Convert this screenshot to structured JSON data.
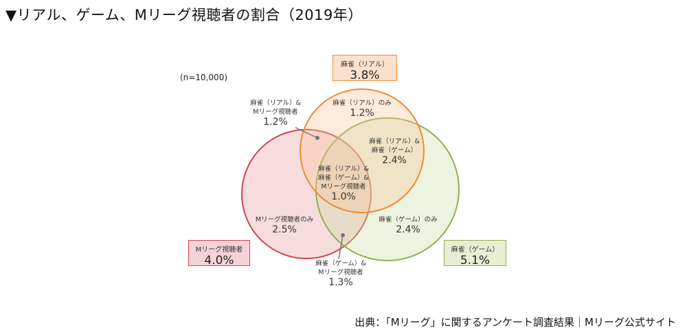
{
  "title": "▼リアル、ゲーム、Mリーグ視聴者の割合（2019年）",
  "sample": "(n=10,000)",
  "source": "出典：「Mリーグ」に関するアンケート調査結果｜Mリーグ公式サイト",
  "colors": {
    "real": "#f08b36",
    "game": "#8fb04f",
    "mleague": "#c9474f"
  },
  "sets": {
    "real": {
      "label": "麻雀（リアル）",
      "value": "3.8%"
    },
    "game": {
      "label": "麻雀（ゲーム）",
      "value": "5.1%"
    },
    "mleague": {
      "label": "Mリーグ視聴者",
      "value": "4.0%"
    }
  },
  "regions": {
    "real_only": {
      "label": "麻雀（リアル）のみ",
      "value": "1.2%"
    },
    "real_game": {
      "line1": "麻雀（リアル）&",
      "line2": "麻雀（ゲーム）",
      "value": "2.4%"
    },
    "all_three": {
      "line1": "麻雀（リアル）&",
      "line2": "麻雀（ゲーム）&",
      "line3": "Mリーグ視聴者",
      "value": "1.0%"
    },
    "real_m": {
      "line1": "麻雀（リアル）&",
      "line2": "Mリーグ視聴者",
      "value": "1.2%"
    },
    "m_only": {
      "label": "Mリーグ視聴者のみ",
      "value": "2.5%"
    },
    "game_only": {
      "label": "麻雀（ゲーム）のみ",
      "value": "2.4%"
    },
    "game_m": {
      "line1": "麻雀（ゲーム）&",
      "line2": "Mリーグ視聴者",
      "value": "1.3%"
    }
  },
  "chart_data": {
    "type": "venn",
    "title": "リアル、ゲーム、Mリーグ視聴者の割合（2019年）",
    "n": 10000,
    "sets": [
      {
        "name": "麻雀（リアル）",
        "total": 3.8
      },
      {
        "name": "麻雀（ゲーム）",
        "total": 5.1
      },
      {
        "name": "Mリーグ視聴者",
        "total": 4.0
      }
    ],
    "regions": [
      {
        "sets": [
          "麻雀（リアル）"
        ],
        "only": true,
        "value": 1.2
      },
      {
        "sets": [
          "麻雀（ゲーム）"
        ],
        "only": true,
        "value": 2.4
      },
      {
        "sets": [
          "Mリーグ視聴者"
        ],
        "only": true,
        "value": 2.5
      },
      {
        "sets": [
          "麻雀（リアル）",
          "麻雀（ゲーム）"
        ],
        "value": 2.4
      },
      {
        "sets": [
          "麻雀（リアル）",
          "Mリーグ視聴者"
        ],
        "value": 1.2
      },
      {
        "sets": [
          "麻雀（ゲーム）",
          "Mリーグ視聴者"
        ],
        "value": 1.3
      },
      {
        "sets": [
          "麻雀（リアル）",
          "麻雀（ゲーム）",
          "Mリーグ視聴者"
        ],
        "value": 1.0
      }
    ],
    "unit": "%"
  }
}
